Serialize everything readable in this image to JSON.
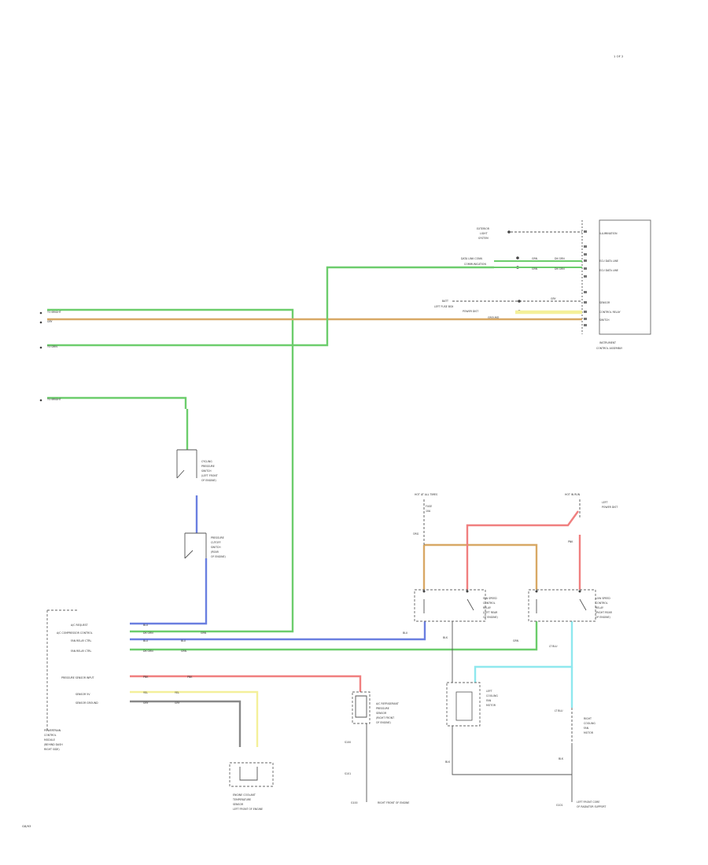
{
  "page": {
    "header_id": "1 OF 2",
    "footer_code": "G8/93"
  },
  "colors": {
    "green": "#6ccd6c",
    "orange": "#d8a865",
    "blue": "#6a7fe0",
    "red": "#f07f7f",
    "yellow": "#f4f09a",
    "cyan": "#8fe8ee",
    "black": "#555555",
    "gray": "#7a7a7a"
  },
  "labels": {
    "left_conn_1": "TO BRIGHT",
    "left_conn_2": "GRY",
    "left_conn_3": "TO DRIV",
    "left_conn_4": "TO BRIGHT",
    "right_module_top_1": "ILLUMINATION",
    "right_module_top_2": "ECU DATA LINE",
    "right_module_top_3": "ECU DATA LINE",
    "right_module_mid_1": "SENSOR",
    "right_module_mid_2": "CONTROL RELAY",
    "right_module_mid_3": "SWITCH",
    "right_module_caption_1": "INSTRUMENT",
    "right_module_caption_2": "CONTROL ASSEMBLY",
    "src_illum_1": "EXTERIOR",
    "src_illum_2": "LIGHT",
    "src_illum_3": "SYSTEM",
    "src_data": "DATA LINK CONN",
    "src_data2": "COMMUNICATION",
    "src_rear_1": "BATT",
    "src_rear_2": "LEFT FUSE BOX",
    "src_rear_3": "POWER DIST",
    "src_rear_4": "GROUND",
    "sw1_1": "CYCLING",
    "sw1_2": "PRESSURE",
    "sw1_3": "SWITCH",
    "sw1_4": "(LEFT FRONT",
    "sw1_5": "OF ENGINE)",
    "sw2_1": "PRESSURE",
    "sw2_2": "CUTOFF",
    "sw2_3": "SWITCH",
    "sw2_4": "(REAR",
    "sw2_5": "OF ENGINE)",
    "fuse_1": "HOT AT ALL TIMES",
    "fuse_1b": "FUSE",
    "fuse_1c": "10A",
    "fuse_2": "HOT IN RUN",
    "fuse_2b": "LEFT",
    "fuse_2c": "POWER DIST",
    "relay_l_1": "FAN SPEED",
    "relay_l_2": "CONTROL",
    "relay_l_3": "RELAY",
    "relay_l_4": "(LEFT REAR",
    "relay_l_5": "OF ENGINE)",
    "relay_r_1": "LOW SPEED",
    "relay_r_2": "CONTROL",
    "relay_r_3": "RELAY",
    "relay_r_4": "(RIGHT REAR",
    "relay_r_5": "OF ENGINE)",
    "ctrl_pin_1": "A/C REQUEST",
    "ctrl_pin_2": "A/C COMPRESSOR CONTROL",
    "ctrl_pin_3": "FAN RELAY CTRL",
    "ctrl_pin_4": "FAN RELAY CTRL",
    "ctrl_pin_5": "PRESSURE SENSOR INPUT",
    "ctrl_pin_6": "SENSOR 5V",
    "ctrl_pin_7": "SENSOR GROUND",
    "ctrl_caption_1": "POWERTRAIN",
    "ctrl_caption_2": "CONTROL",
    "ctrl_caption_3": "MODULE",
    "ctrl_caption_4": "(BEHIND DASH",
    "ctrl_caption_5": "RIGHT SIDE)",
    "wire_pk": "PNK",
    "wire_ylw": "YEL",
    "wire_grn": "GRN",
    "wire_blu": "BLU",
    "wire_org": "ORG",
    "wire_blk": "BLK",
    "wire_gry": "GRY",
    "wire_dg": "DK GRN",
    "wire_lb": "LT BLU",
    "trans_1": "A/C REFRIGERANT",
    "trans_2": "PRESSURE",
    "trans_3": "SENSOR",
    "trans_4": "(RIGHT FRONT",
    "trans_5": "OF ENGINE)",
    "motor_l_1": "LEFT",
    "motor_l_2": "COOLING",
    "motor_l_3": "FAN",
    "motor_l_4": "MOTOR",
    "motor_r_1": "RIGHT",
    "motor_r_2": "COOLING",
    "motor_r_3": "FAN",
    "motor_r_4": "MOTOR",
    "sensor_bot_1": "ENGINE COOLANT",
    "sensor_bot_2": "TEMPERATURE",
    "sensor_bot_3": "SENSOR",
    "sensor_bot_4": "LEFT FRONT OF ENGINE",
    "gnd_1": "RIGHT FRONT OF ENGINE",
    "gnd_2": "LEFT FRONT CORE",
    "gnd_3": "OF RADIATOR SUPPORT",
    "gnd_l": "G100",
    "gnd_r": "G101",
    "splice_1": "S100",
    "splice_2": "S101"
  }
}
